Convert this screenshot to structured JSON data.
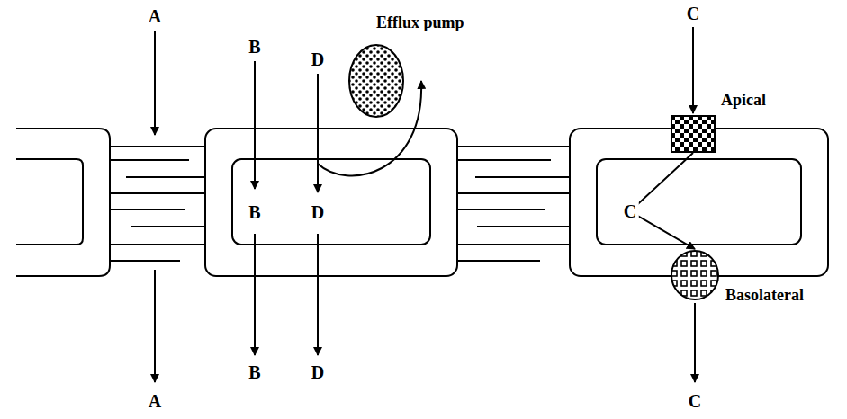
{
  "diagram": {
    "nodes": [
      {
        "text": [
          "Efflux pump"
        ]
      },
      {
        "text": [
          "Apical"
        ]
      },
      {
        "text": [
          "Basolateral"
        ]
      }
    ],
    "edges": [
      {
        "from": 1,
        "to": 2,
        "label": "C",
        "arrow": "to"
      }
    ],
    "labels": [
      "A",
      "A",
      "B",
      "B",
      "B",
      "D",
      "D",
      "D",
      "C",
      "C"
    ]
  }
}
